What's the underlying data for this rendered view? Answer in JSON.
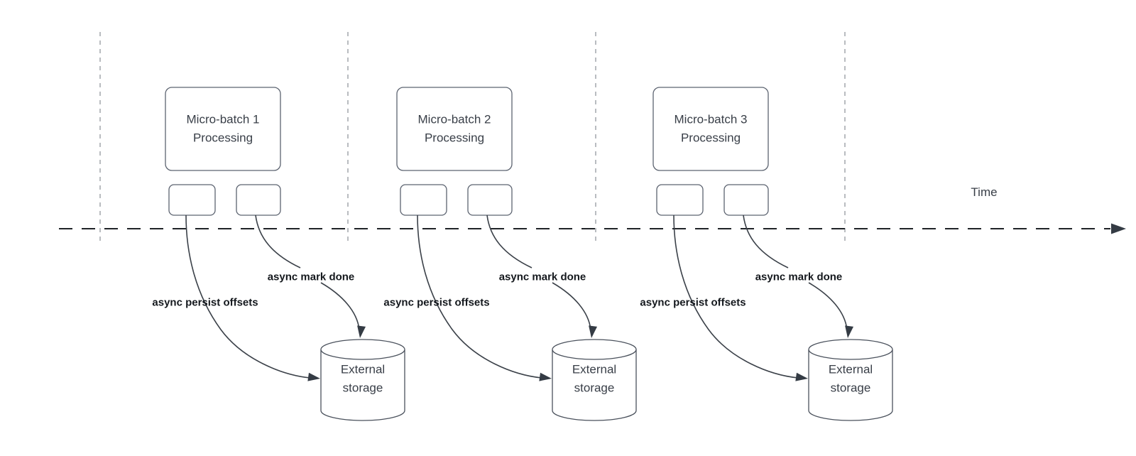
{
  "diagram": {
    "time_label": "Time",
    "groups": [
      {
        "title": "Micro-batch 1 Processing",
        "persist_label": "async persist offsets",
        "done_label": "async mark done",
        "storage_label": "External storage"
      },
      {
        "title": "Micro-batch 2 Processing",
        "persist_label": "async persist offsets",
        "done_label": "async mark done",
        "storage_label": "External storage"
      },
      {
        "title": "Micro-batch 3 Processing",
        "persist_label": "async persist offsets",
        "done_label": "async mark done",
        "storage_label": "External storage"
      }
    ],
    "colors": {
      "background": "#ffffff",
      "shape_stroke": "#5c6370",
      "connector_stroke": "#3b4149",
      "arrow_label_text": "#14181d",
      "node_text": "#383e47",
      "divider_line": "#a2a6ab",
      "timeline": "#202327"
    }
  }
}
